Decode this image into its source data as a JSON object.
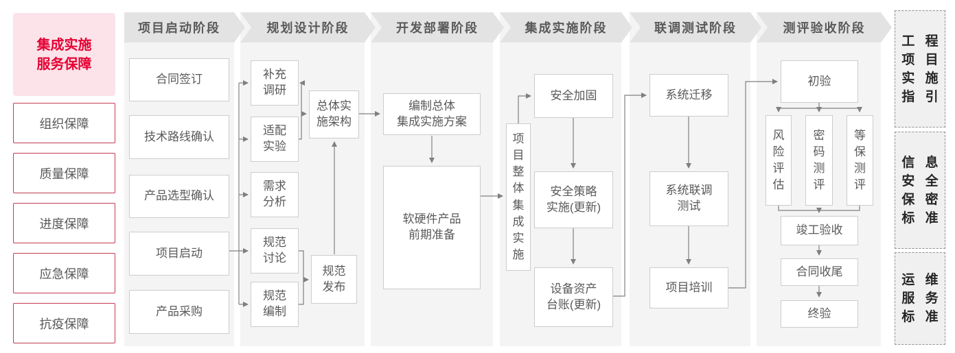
{
  "title": {
    "line1": "集成实施",
    "line2": "服务保障"
  },
  "colors": {
    "accent_red": "#e60032",
    "pink_bg": "#fbe3e9",
    "red_border": "#c23a52",
    "header_bg": "#e3e3e4",
    "strip_bg": "#f4f4f5",
    "box_border": "#cccccc",
    "text_gray": "#595959",
    "connector_gray": "#7f7f7f",
    "dashed_box_bg": "#f0f0f0",
    "dashed_box_border": "#8f8f8f",
    "dark_text": "#262626"
  },
  "sidebar": {
    "items": [
      {
        "label": "组织保障"
      },
      {
        "label": "质量保障"
      },
      {
        "label": "进度保障"
      },
      {
        "label": "应急保障"
      },
      {
        "label": "抗疫保障"
      }
    ]
  },
  "phases": [
    {
      "label": "项目启动阶段",
      "boxes": [
        {
          "label": "合同签订"
        },
        {
          "label": "技术路线确认"
        },
        {
          "label": "产品选型确认"
        },
        {
          "label": "项目启动"
        },
        {
          "label": "产品采购"
        }
      ]
    },
    {
      "label": "规划设计阶段",
      "boxes": [
        {
          "lines": [
            "补充",
            "调研"
          ]
        },
        {
          "lines": [
            "适配",
            "实验"
          ]
        },
        {
          "lines": [
            "需求",
            "分析"
          ]
        },
        {
          "lines": [
            "规范",
            "讨论"
          ]
        },
        {
          "lines": [
            "规范",
            "编制"
          ]
        }
      ],
      "arch_box": {
        "lines": [
          "总体实",
          "施架构"
        ]
      },
      "publish_box": {
        "lines": [
          "规范",
          "发布"
        ]
      }
    },
    {
      "label": "开发部署阶段",
      "plan_box": {
        "lines": [
          "编制总体",
          "集成实施方案"
        ]
      },
      "prep_box": {
        "lines": [
          "软硬件产品",
          "前期准备"
        ]
      }
    },
    {
      "label": "集成实施阶段",
      "integration_box": {
        "label": "项目整体集成实施"
      },
      "boxes": [
        {
          "label": "安全加固"
        },
        {
          "lines": [
            "安全策略",
            "实施(更新)"
          ]
        },
        {
          "lines": [
            "设备资产",
            "台账(更新)"
          ]
        }
      ]
    },
    {
      "label": "联调测试阶段",
      "boxes": [
        {
          "label": "系统迁移"
        },
        {
          "lines": [
            "系统联调",
            "测试"
          ]
        },
        {
          "label": "项目培训"
        }
      ]
    },
    {
      "label": "测评验收阶段",
      "initial_box": {
        "label": "初验"
      },
      "eval_boxes": [
        {
          "label": "风险评估"
        },
        {
          "label": "密码测评"
        },
        {
          "label": "等保测评"
        }
      ],
      "final_boxes": [
        {
          "label": "竣工验收"
        },
        {
          "label": "合同收尾"
        },
        {
          "label": "终验"
        }
      ]
    }
  ],
  "standards": [
    {
      "rows": [
        "工 程",
        "项 目",
        "实 施",
        "指 引"
      ]
    },
    {
      "rows": [
        "信 息",
        "安 全",
        "保 密",
        "标 准"
      ]
    },
    {
      "rows": [
        "运 维",
        "服 务",
        "标 准"
      ]
    }
  ]
}
